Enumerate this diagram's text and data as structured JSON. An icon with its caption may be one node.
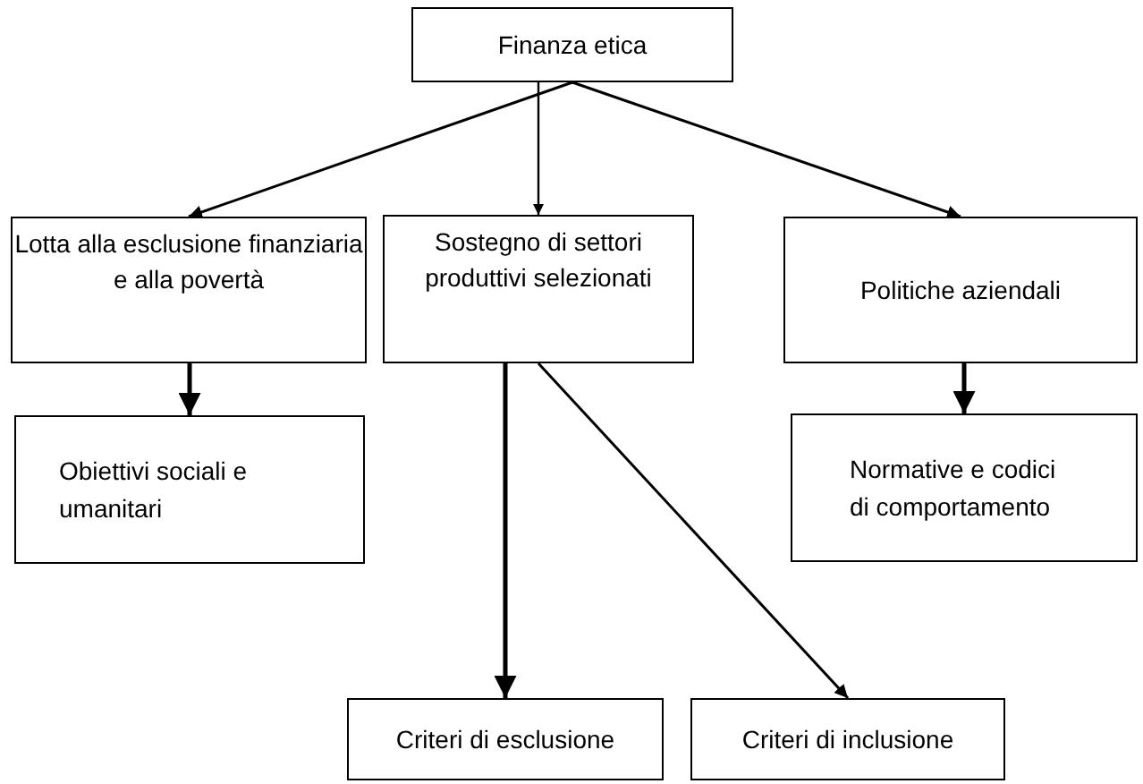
{
  "diagram": {
    "nodes": [
      {
        "text": [
          "Finanza etica"
        ]
      },
      {
        "text": [
          "Lotta alla esclusione finanziaria e alla povertà"
        ]
      },
      {
        "text": [
          "Sostegno di settori produttivi selezionati"
        ]
      },
      {
        "text": [
          "Politiche aziendali"
        ]
      },
      {
        "text": [
          "Obiettivi sociali e umanitari"
        ]
      },
      {
        "text": [
          "Normative e codici di comportamento"
        ]
      },
      {
        "text": [
          "Criteri di esclusione"
        ]
      },
      {
        "text": [
          "Criteri di inclusione"
        ]
      }
    ],
    "edges": [
      {
        "from": 0,
        "to": 1,
        "arrow": "to"
      },
      {
        "from": 0,
        "to": 2,
        "arrow": "to"
      },
      {
        "from": 0,
        "to": 3,
        "arrow": "to"
      },
      {
        "from": 1,
        "to": 4,
        "arrow": "to"
      },
      {
        "from": 3,
        "to": 5,
        "arrow": "to"
      },
      {
        "from": 2,
        "to": 6,
        "arrow": "to"
      },
      {
        "from": 2,
        "to": 7,
        "arrow": "to"
      }
    ]
  }
}
